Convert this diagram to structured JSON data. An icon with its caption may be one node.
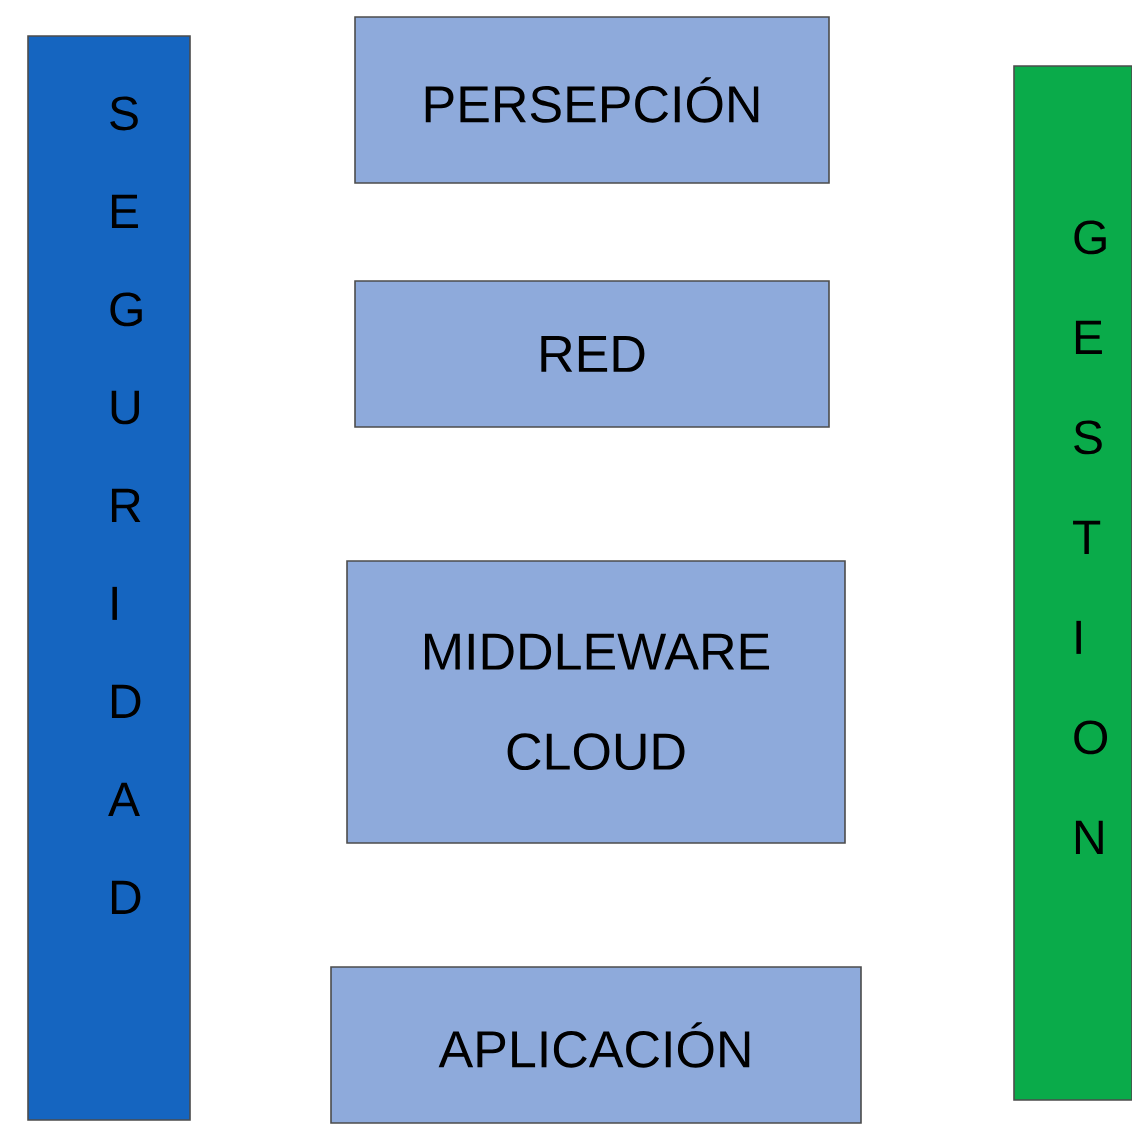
{
  "diagram": {
    "nodes": [
      {
        "text": [
          "SEGURIDAD"
        ]
      },
      {
        "text": [
          "PERSEPCIÓN"
        ]
      },
      {
        "text": [
          "RED"
        ]
      },
      {
        "text": [
          "MIDDLEWARE CLOUD"
        ]
      },
      {
        "text": [
          "APLICACIÓN"
        ]
      },
      {
        "text": [
          "GESTION"
        ]
      }
    ]
  }
}
